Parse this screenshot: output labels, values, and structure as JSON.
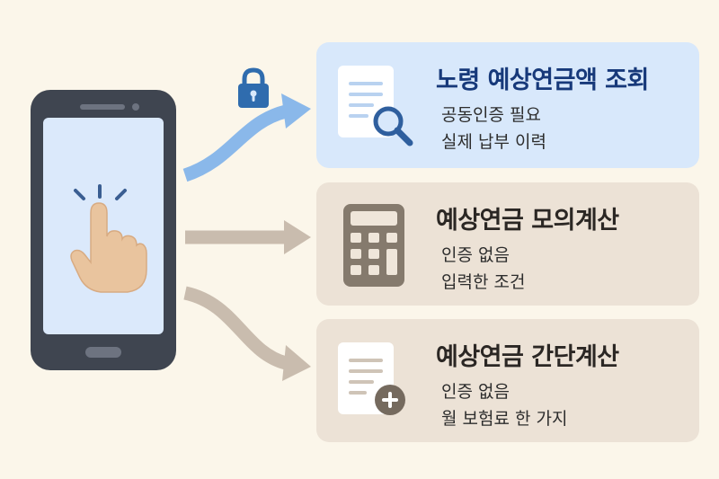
{
  "colors": {
    "background": "#fbf6ea",
    "card_active": "#d8e8fb",
    "card_neutral": "#ece2d6",
    "arrow_blue": "#8ab8ea",
    "arrow_beige": "#c9bcae",
    "phone_body": "#3f4550",
    "phone_screen": "#dbe9fb",
    "lock": "#2f6cae"
  },
  "phone": {
    "icon": "tap-hand-icon"
  },
  "lock": {
    "icon": "lock-icon"
  },
  "options": [
    {
      "id": "official",
      "title": "노령 예상연금액 조회",
      "lines": [
        "공동인증 필요",
        "실제 납부 이력"
      ],
      "icon": "document-search-icon",
      "highlight": true
    },
    {
      "id": "simulation",
      "title": "예상연금 모의계산",
      "lines": [
        "인증 없음",
        "입력한 조건"
      ],
      "icon": "calculator-icon",
      "highlight": false
    },
    {
      "id": "simple",
      "title": "예상연금 간단계산",
      "lines": [
        "인증 없음",
        "월 보험료 한 가지"
      ],
      "icon": "document-plus-icon",
      "highlight": false
    }
  ]
}
